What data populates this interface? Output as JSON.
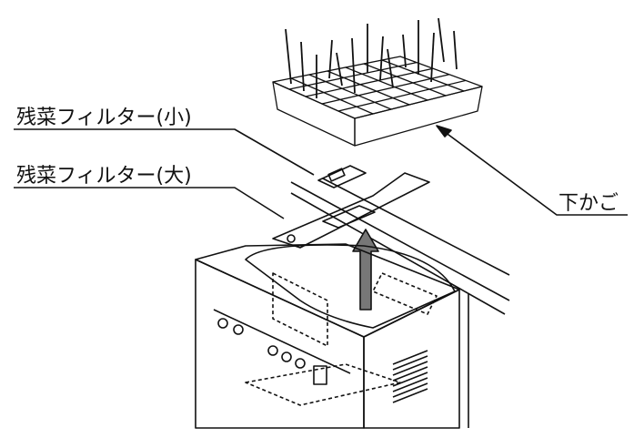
{
  "labels": {
    "filter_small": "残菜フィルター(小)",
    "filter_large": "残菜フィルター(大)",
    "lower_basket": "下かご"
  }
}
